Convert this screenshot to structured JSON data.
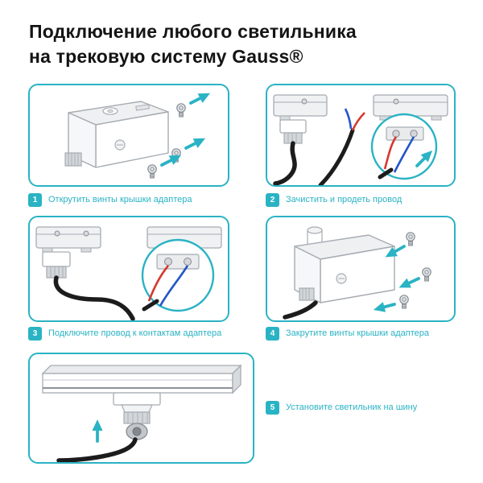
{
  "title": {
    "line1": "Подключение любого светильника",
    "line2": "на трековую систему Gauss®"
  },
  "colors": {
    "accent": "#2ab3c4",
    "title_text": "#141414",
    "wire_red": "#d6382e",
    "wire_blue": "#2356c9",
    "cable": "#1c1c1c"
  },
  "steps": [
    {
      "number": "1",
      "label": "Открутить винты крышки адаптера"
    },
    {
      "number": "2",
      "label": "Зачистить и продеть провод"
    },
    {
      "number": "3",
      "label": "Подключите провод к контактам адаптера"
    },
    {
      "number": "4",
      "label": "Закрутите винты крышки адаптера"
    },
    {
      "number": "5",
      "label": "Установите светильник на шину"
    }
  ],
  "panels": [
    {
      "illustration": "unscrew-cover-screws-illustration"
    },
    {
      "illustration": "strip-and-thread-wire-illustration"
    },
    {
      "illustration": "connect-wire-to-contacts-illustration"
    },
    {
      "illustration": "tighten-cover-screws-illustration"
    },
    {
      "illustration": "mount-fixture-on-track-illustration"
    }
  ]
}
